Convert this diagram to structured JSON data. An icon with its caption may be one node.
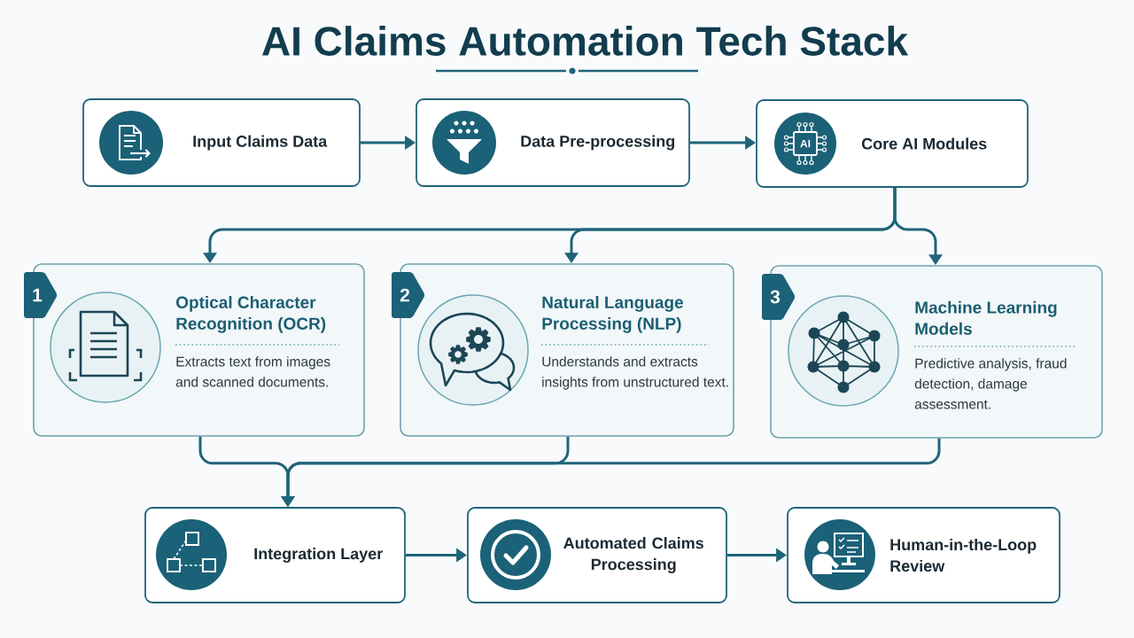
{
  "diagram": {
    "title": "AI Claims Automation Tech Stack",
    "nodes": [
      {
        "text": [
          "Input Claims Data"
        ]
      },
      {
        "text": [
          "Data Pre-processing"
        ]
      },
      {
        "text": [
          "Core AI Modules"
        ]
      },
      {
        "text": [
          "Optical Character Recognition (OCR)",
          "Extracts text from images and scanned documents."
        ]
      },
      {
        "text": [
          "Natural Language Processing (NLP)",
          "Understands and extracts insights from unstructured text."
        ]
      },
      {
        "text": [
          "Machine Learning Models",
          "Predictive analysis, fraud detection, damage assessment."
        ]
      },
      {
        "text": [
          "Integration Layer"
        ]
      },
      {
        "text": [
          "Automated Claims Processing"
        ]
      },
      {
        "text": [
          "Human-in-the-Loop Review"
        ]
      }
    ],
    "edges": [
      {
        "from": 0,
        "to": 1,
        "arrow": "to"
      },
      {
        "from": 1,
        "to": 2,
        "arrow": "to"
      },
      {
        "from": 2,
        "to": 3,
        "arrow": "to"
      },
      {
        "from": 2,
        "to": 4,
        "arrow": "to"
      },
      {
        "from": 2,
        "to": 5,
        "arrow": "to"
      },
      {
        "from": 3,
        "to": 6,
        "arrow": "to"
      },
      {
        "from": 4,
        "to": 6,
        "arrow": "to"
      },
      {
        "from": 5,
        "to": 6,
        "arrow": "to"
      },
      {
        "from": 6,
        "to": 7,
        "arrow": "to"
      },
      {
        "from": 7,
        "to": 8,
        "arrow": "to"
      }
    ],
    "labels": [
      "AI",
      "1",
      "2",
      "3"
    ]
  }
}
